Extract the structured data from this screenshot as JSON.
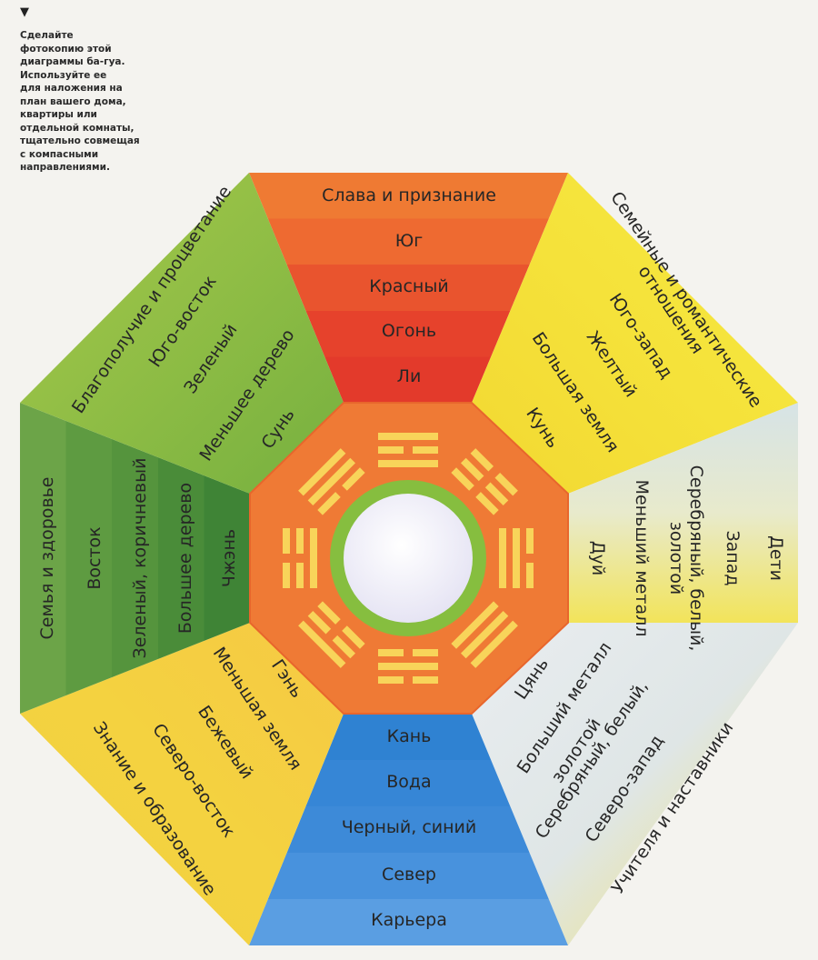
{
  "caption": {
    "lines": [
      "Сделайте",
      "фотокопию этой",
      "диаграммы ба-гуа.",
      "Используйте ее",
      "для наложения на",
      "план вашего дома,",
      "квартиры или",
      "отдельной комнаты,",
      "тщательно совмещая",
      "с компасными",
      "направлениями."
    ]
  },
  "sectors": {
    "south": {
      "labels": [
        "Слава и признание",
        "Юг",
        "Красный",
        "Огонь",
        "Ли"
      ],
      "colors": [
        "#ef7a33",
        "#ee6a31",
        "#e9542e",
        "#e6422c",
        "#e33a2b"
      ]
    },
    "southwest": {
      "labels": [
        "Семейные и романтические отношения",
        "Юго-запад",
        "Желтый",
        "Большая земля",
        "Кунь"
      ],
      "colors": [
        "#f6e941",
        "#f5e23a",
        "#f2d832"
      ]
    },
    "west": {
      "labels": [
        "Дети",
        "Запад",
        "Серебряный, белый, золотой",
        "Меньший металл",
        "Дуй"
      ],
      "colors": [
        "#d6e3e6",
        "#e8eacc",
        "#f2e45a"
      ]
    },
    "northwest": {
      "labels": [
        "Учителя и наставники",
        "Северо-запад",
        "Серебряный, белый, золотой",
        "Больший металл",
        "Цянь"
      ],
      "colors": [
        "#f3e26a",
        "#dfe6e6",
        "#e9edf0"
      ]
    },
    "north": {
      "labels": [
        "Кань",
        "Вода",
        "Черный, синий",
        "Север",
        "Карьера"
      ],
      "colors": [
        "#2f82d2",
        "#3686d6",
        "#3d8ad8",
        "#4892dd",
        "#5a9ee2"
      ]
    },
    "northeast": {
      "labels": [
        "Знание и образование",
        "Северо-восток",
        "Бежевый",
        "Меньшая земля",
        "Гэнь"
      ],
      "colors": [
        "#f1d03e",
        "#f4d240",
        "#f6c944"
      ]
    },
    "east": {
      "labels": [
        "Семья и здоровье",
        "Восток",
        "Зеленый, коричневый",
        "Большее дерево",
        "Чжэнь"
      ],
      "colors": [
        "#6ca448",
        "#5e9b41",
        "#55943d",
        "#4a8c39",
        "#3f8436"
      ]
    },
    "southeast": {
      "labels": [
        "Благополучие и процветание",
        "Юго-восток",
        "Зеленый",
        "Меньшее дерево",
        "Сунь"
      ],
      "colors": [
        "#a6c84a",
        "#8fbd45",
        "#76b03f"
      ]
    }
  },
  "trigrams": {
    "south": "Ли",
    "southwest": "Кунь",
    "west": "Дуй",
    "northwest": "Цянь",
    "north": "Кань",
    "northeast": "Гэнь",
    "east": "Чжэнь",
    "southeast": "Сунь"
  },
  "colors": {
    "hub": "#ef7a35",
    "hub_edge": "#e8662c",
    "trigram_bar": "#f8d45a",
    "ring": "#86be3f",
    "center": "#e2e0f2"
  }
}
